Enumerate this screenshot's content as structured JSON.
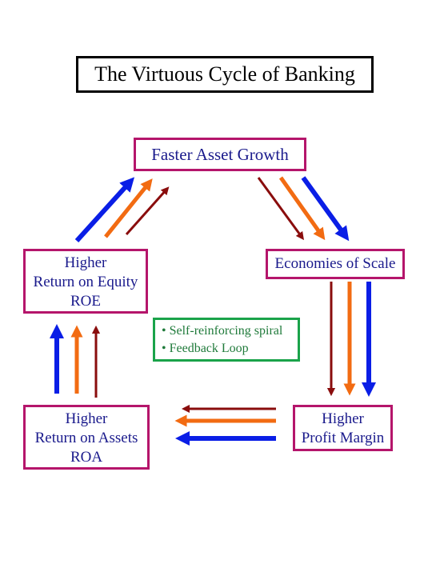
{
  "title": "The Virtuous Cycle of Banking",
  "nodes": {
    "growth": "Faster Asset Growth",
    "scale": "Economies of Scale",
    "margin": [
      "Higher",
      "Profit Margin"
    ],
    "roa": [
      "Higher",
      "Return on Assets",
      "ROA"
    ],
    "roe": [
      "Higher",
      "Return on Equity",
      "ROE"
    ]
  },
  "note": [
    "• Self-reinforcing spiral",
    "• Feedback Loop"
  ],
  "colors": {
    "node_border": "#b5156b",
    "note_border": "#1aa34a",
    "arrow_blue": "#0a1ee6",
    "arrow_orange": "#f26b12",
    "arrow_darkred": "#8a0d0d"
  }
}
